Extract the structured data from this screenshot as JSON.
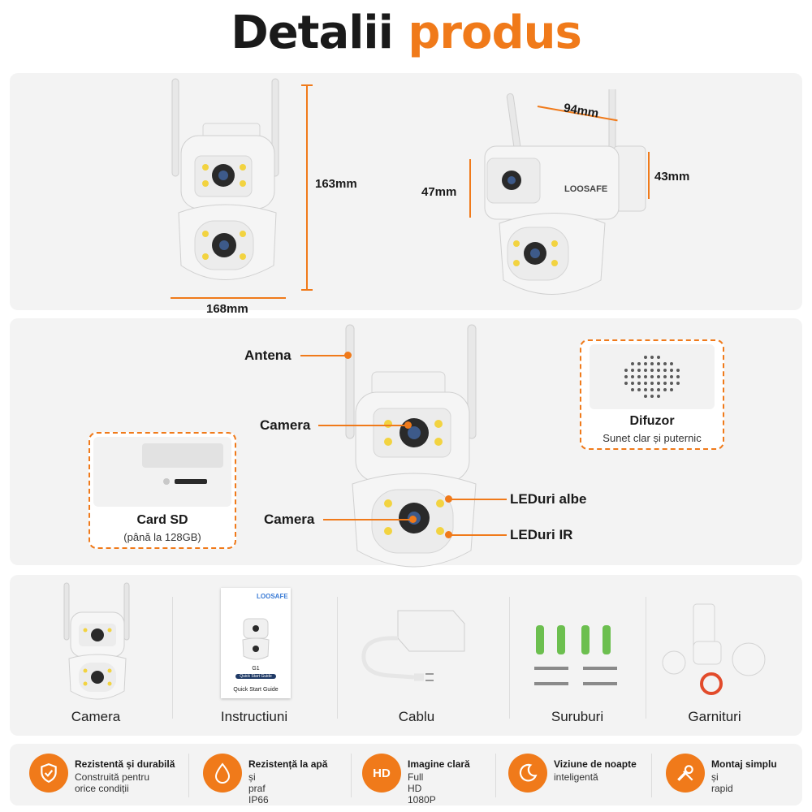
{
  "title": {
    "main": "Detalii",
    "accent": "produs"
  },
  "dimensions": {
    "height": "163mm",
    "width": "168mm",
    "depth": "94mm",
    "lens_height": "47mm",
    "mount_height": "43mm"
  },
  "brand": "LOOSAFE",
  "parts": {
    "antenna": "Antena",
    "camera_top": "Camera",
    "camera_bottom": "Camera",
    "white_leds": "LEDuri albe",
    "ir_leds": "LEDuri IR",
    "speaker": {
      "title": "Difuzor",
      "subtitle": "Sunet clar și puternic"
    },
    "sd_card": {
      "title": "Card SD",
      "subtitle": "(până la 128GB)"
    }
  },
  "package": [
    {
      "label": "Camera"
    },
    {
      "label": "Instructiuni"
    },
    {
      "label": "Cablu"
    },
    {
      "label": "Suruburi"
    },
    {
      "label": "Garnituri"
    }
  ],
  "manual": {
    "brand": "LOOSAFE",
    "model": "G1",
    "tag": "Quick Start Guide",
    "footer": "Quick Start Guide"
  },
  "features": [
    {
      "icon": "shield-icon",
      "title": "Rezistentă și durabilă",
      "subtitle": "Construită pentru orice condiții"
    },
    {
      "icon": "water-drop-icon",
      "title": "Rezistență la apă",
      "subtitle": "și praf IP66"
    },
    {
      "icon": "hd-icon",
      "title": "Imagine clară",
      "subtitle": "Full HD 1080P",
      "badge": "HD"
    },
    {
      "icon": "moon-icon",
      "title": "Viziune de noapte",
      "subtitle": "inteligentă"
    },
    {
      "icon": "tools-icon",
      "title": "Montaj simplu",
      "subtitle": "și rapid"
    }
  ],
  "colors": {
    "accent": "#f07a1a",
    "panel": "#f3f3f3",
    "led_yellow": "#f2d340"
  }
}
